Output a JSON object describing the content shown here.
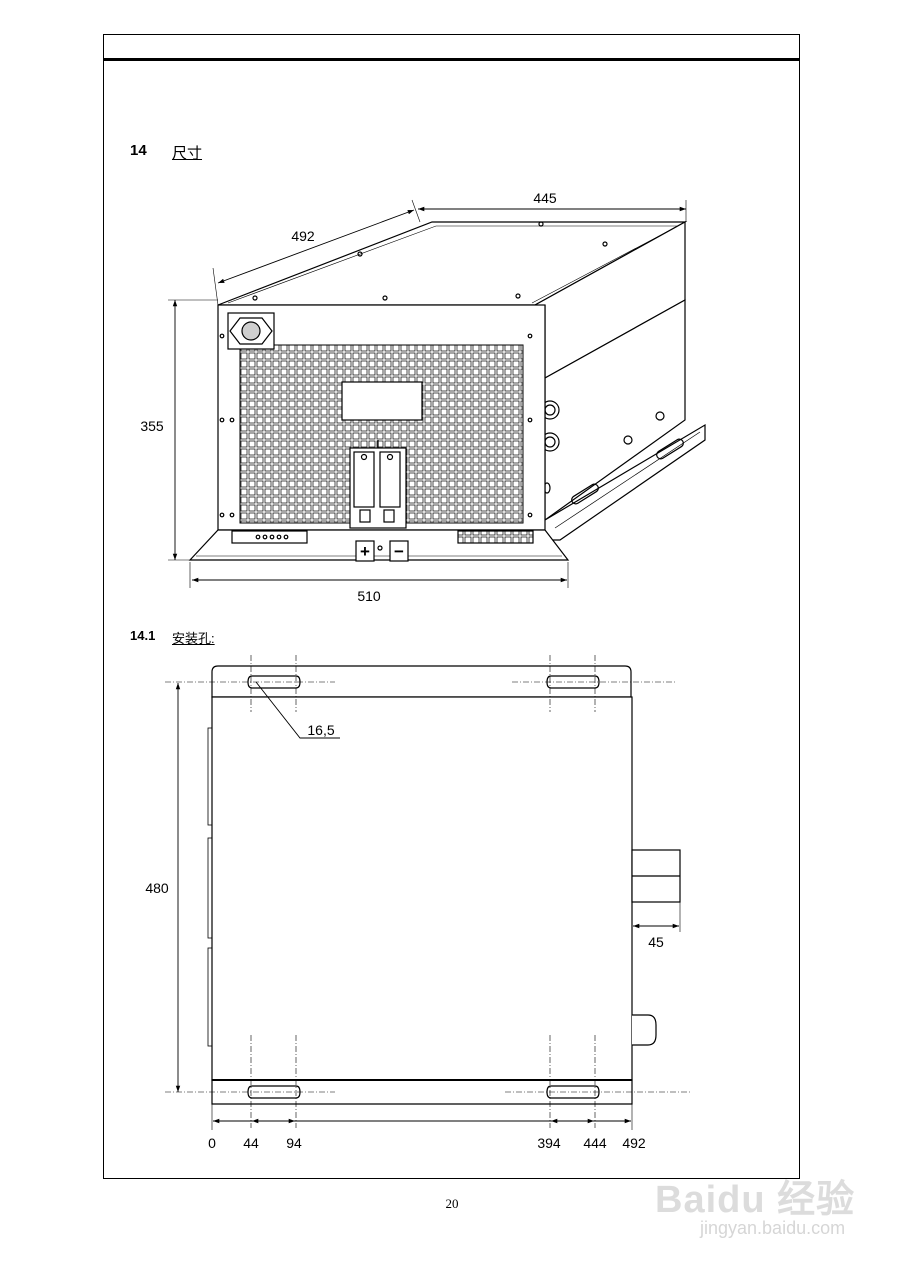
{
  "section": {
    "number": "14",
    "title": "尺寸"
  },
  "dimensions_3d": {
    "depth": "492",
    "width_top": "445",
    "height": "355",
    "width_base": "510"
  },
  "polarity": {
    "plus": "+",
    "minus": "−"
  },
  "subsection": {
    "number": "14.1",
    "title": "安装孔:"
  },
  "mounting": {
    "hole_size": "16,5",
    "height": "480",
    "side_offset": "45",
    "x_positions": [
      "0",
      "44",
      "94",
      "394",
      "444",
      "492"
    ]
  },
  "page_number": "20",
  "watermark": {
    "brand": "Baidu 经验",
    "url": "jingyan.baidu.com"
  }
}
